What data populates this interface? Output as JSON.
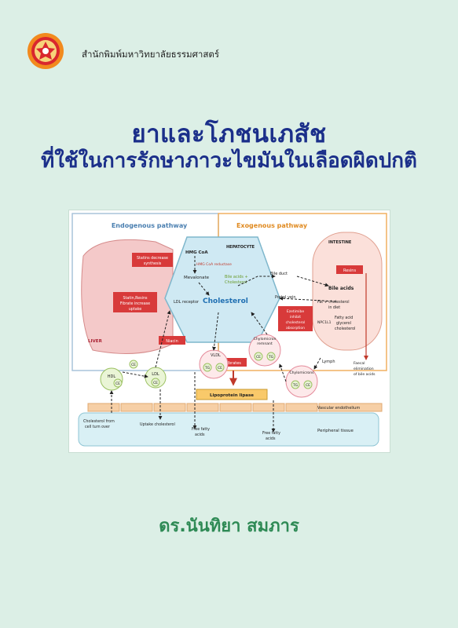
{
  "header": {
    "publisher": "สำนักพิมพ์มหาวิทยาลัยธรรมศาสตร์"
  },
  "book": {
    "title_line1": "ยาและโภชนเภสัช",
    "title_line2": "ที่ใช้ในการรักษาภาวะไขมันในเลือดผิดปกติ",
    "author": "ดร.นันทิยา สมภาร"
  },
  "diagram": {
    "endogenous": "Endogenous pathway",
    "exogenous": "Exogenous pathway",
    "intestine": "INTESTINE",
    "hepatocyte": "HEPATOCYTE",
    "liver": "LIVER",
    "statins_decrease": [
      "Statins decrease",
      "synthesis"
    ],
    "hmg_coa": "HMG CoA",
    "hmg_coa_reductase": "HMG CoA reductase",
    "mevalonate": "Mevalonate",
    "bile_acids_chol": [
      "Bile acids +",
      "Cholesterol"
    ],
    "bile_duct": "Bile duct",
    "bile_acids": "Bile acids",
    "resins": "Resins",
    "statin_resins": [
      "Statin,Resins",
      "Fibrate increase",
      "uptake"
    ],
    "ldl_receptor": "LDL receptor",
    "cholesterol": "Cholesterol",
    "portal_vein": "Portal vein",
    "fat_chol": [
      "Fat + cholesterol",
      "in diet"
    ],
    "npc1l1": "NPC1L1",
    "fatty_acid": [
      "Fatty acid",
      "glycerol",
      "cholesterol"
    ],
    "ezetimibe": [
      "Ezetimibe",
      "inhibit",
      "cholesterol",
      "absorption"
    ],
    "niacin": "Niacin",
    "vldl": "VLDL",
    "fibrates": "Fibrates",
    "chylo_remnant": [
      "Chylomicron",
      "remnant"
    ],
    "lymph": "Lymph",
    "faecal": [
      "Faecal",
      "elimination",
      "of bile acids"
    ],
    "hdl": "HDL",
    "ldl": "LDL",
    "ce": "CE",
    "tg": "TG",
    "chylomicrons": "Chylomicrons",
    "lipoprotein_lipase": "Lipoprotein lipase",
    "vascular_endothelium": "Vascular endothelium",
    "peripheral_tissue": "Peripheral tissue",
    "chol_turnover": [
      "Cholesterol from",
      "cell turn over"
    ],
    "uptake_chol": "Uptake cholesterol",
    "ffa1": [
      "Free fatty",
      "acids"
    ],
    "ffa2": [
      "Free fatty",
      "acids"
    ]
  }
}
